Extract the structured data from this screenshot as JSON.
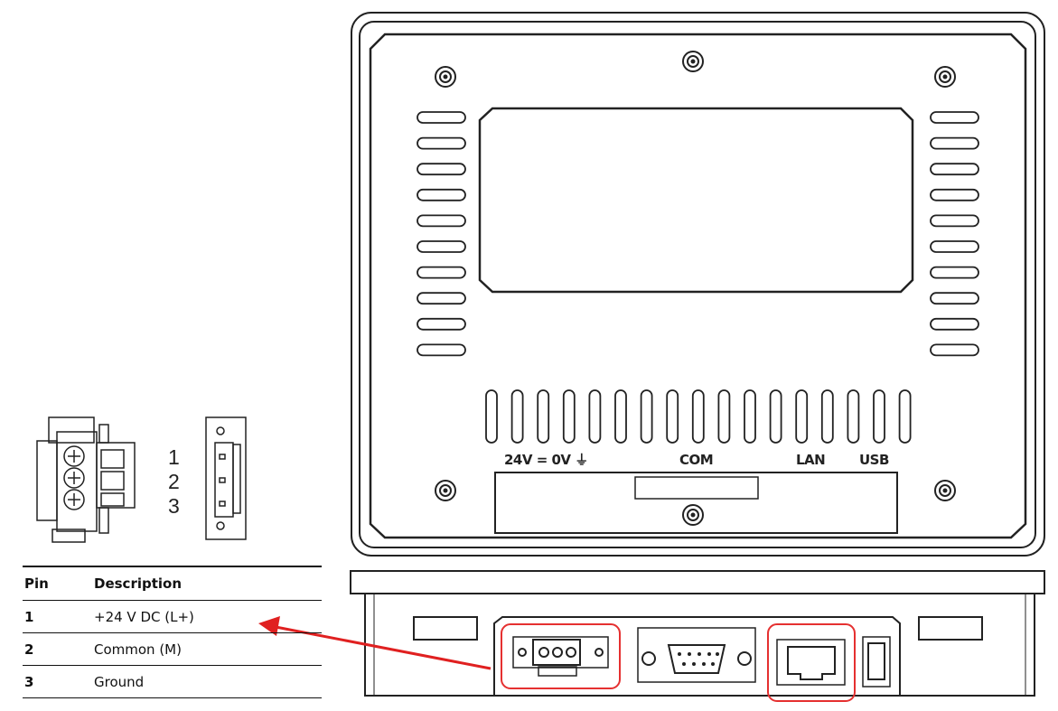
{
  "panel_labels": {
    "power": "24V = 0V ⏚",
    "com": "COM",
    "lan": "LAN",
    "usb": "USB"
  },
  "connector_pins": [
    "1",
    "2",
    "3"
  ],
  "pin_table": {
    "headers": [
      "Pin",
      "Description"
    ],
    "rows": [
      {
        "pin": "1",
        "description": "+24 V DC (L+)"
      },
      {
        "pin": "2",
        "description": "Common (M)"
      },
      {
        "pin": "3",
        "description": "Ground"
      }
    ]
  },
  "colors": {
    "line": "#222222",
    "highlight": "#e53030",
    "arrow": "#e02020"
  }
}
